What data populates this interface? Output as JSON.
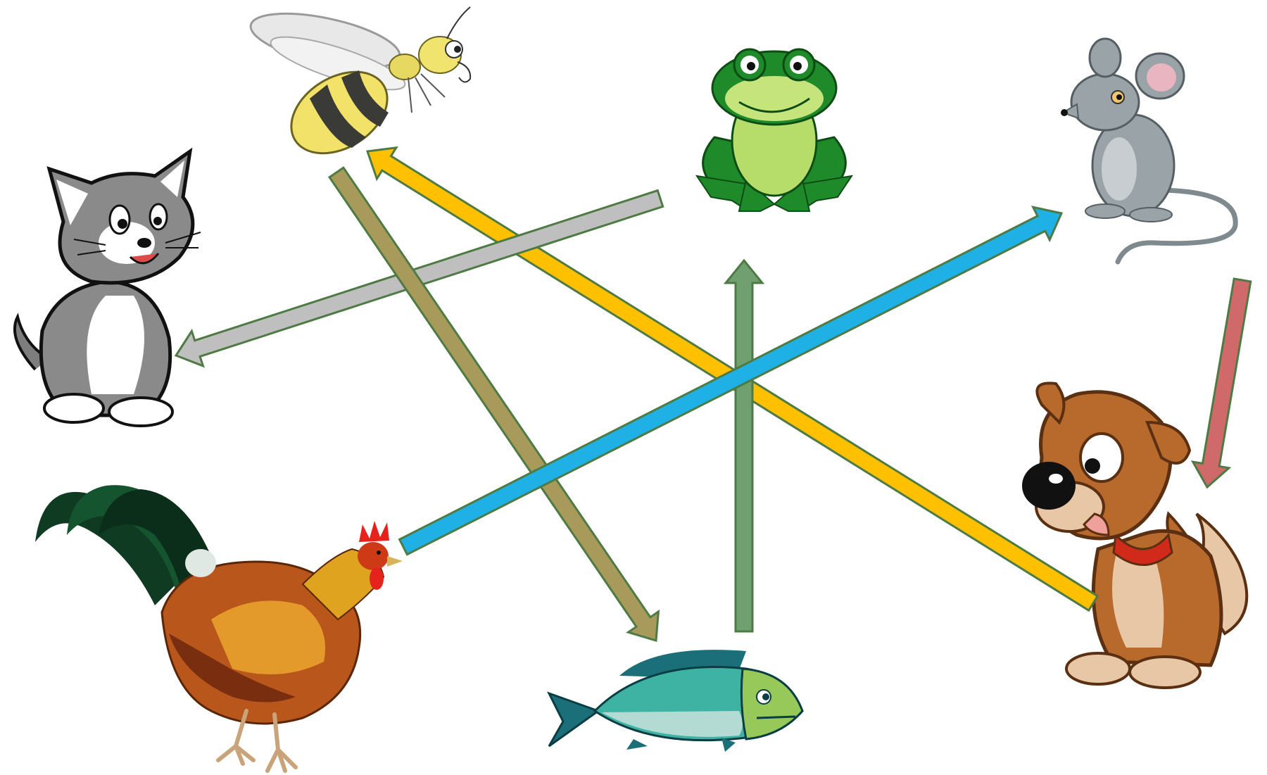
{
  "diagram": {
    "type": "food-chain-arrows",
    "nodes": [
      {
        "id": "bee",
        "icon": "bee-icon"
      },
      {
        "id": "frog",
        "icon": "frog-icon"
      },
      {
        "id": "mouse",
        "icon": "mouse-icon"
      },
      {
        "id": "cat",
        "icon": "cat-icon"
      },
      {
        "id": "dog",
        "icon": "dog-icon"
      },
      {
        "id": "rooster",
        "icon": "rooster-icon"
      },
      {
        "id": "fish",
        "icon": "fish-icon"
      }
    ],
    "arrows": [
      {
        "from": "dog",
        "to": "bee",
        "color": "#FFC000"
      },
      {
        "from": "frog",
        "to": "cat",
        "color": "#BFBFBF"
      },
      {
        "from": "bee",
        "to": "fish",
        "color": "#A89A5A"
      },
      {
        "from": "fish",
        "to": "frog",
        "color": "#70A070"
      },
      {
        "from": "rooster",
        "to": "mouse",
        "color": "#1FB0E6"
      },
      {
        "from": "mouse",
        "to": "dog",
        "color": "#D06A6A"
      }
    ],
    "outline_color": "#4E7A44"
  }
}
